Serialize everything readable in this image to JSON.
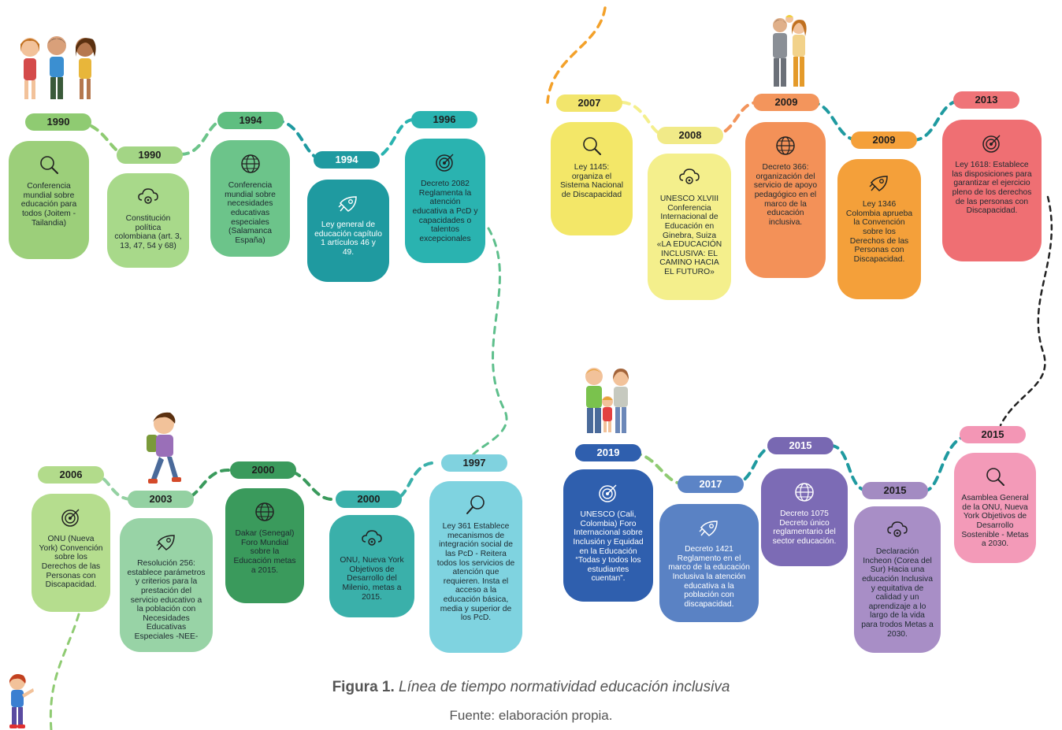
{
  "figure": {
    "label": "Figura 1.",
    "title": "Línea de tiempo normatividad educación inclusiva",
    "source": "Fuente: elaboración propia."
  },
  "nodes": [
    {
      "id": "n1990a",
      "year": "1990",
      "icon": "search-icon",
      "text": "Conferencia mundial sobre educación para todos (Joitem - Tailandia)",
      "card_color": "#9ccf7a",
      "pill_color": "#8fcb72",
      "text_color": "#1e2a30"
    },
    {
      "id": "n1990b",
      "year": "1990",
      "icon": "cloud-gear-icon",
      "text": "Constitución política colombiana (art. 3, 13, 47, 54 y 68)",
      "card_color": "#a8d98a",
      "pill_color": "#a3d585",
      "text_color": "#1e2a30"
    },
    {
      "id": "n1994a",
      "year": "1994",
      "icon": "globe-icon",
      "text": "Conferencia mundial sobre necesidades educativas especiales (Salamanca España)",
      "card_color": "#6cc48a",
      "pill_color": "#5fbe80",
      "text_color": "#1e2a30"
    },
    {
      "id": "n1994b",
      "year": "1994",
      "icon": "rocket-icon",
      "text": "Ley general de educación capítulo 1 artículos 46 y 49.",
      "card_color": "#1f9aa0",
      "pill_color": "#1f9aa0",
      "text_color": "#ffffff"
    },
    {
      "id": "n1996",
      "year": "1996",
      "icon": "target-icon",
      "text": "Decreto 2082 Reglamenta la atención educativa a PcD y capacidades o talentos excepcionales",
      "card_color": "#2ab3b0",
      "pill_color": "#2ab3b0",
      "text_color": "#1e2a30"
    },
    {
      "id": "n2007",
      "year": "2007",
      "icon": "search-icon",
      "text": "Ley 1145: organiza el Sistema Nacional de Discapacidad",
      "card_color": "#f3e768",
      "pill_color": "#f2e56c",
      "text_color": "#1e2a30"
    },
    {
      "id": "n2008",
      "year": "2008",
      "icon": "cloud-gear-icon",
      "text": "UNESCO XLVIII Conferencia Internacional de Educación en Ginebra, Suiza «LA EDUCACIÓN INCLUSIVA: EL CAMINO HACIA EL FUTURO»",
      "card_color": "#f4ef8c",
      "pill_color": "#f1ea88",
      "text_color": "#1e2a30"
    },
    {
      "id": "n2009a",
      "year": "2009",
      "icon": "globe-icon",
      "text": "Decreto 366: organización del servicio de apoyo pedagógico en el marco de la educación inclusiva.",
      "card_color": "#f39158",
      "pill_color": "#f3955c",
      "text_color": "#1e2a30"
    },
    {
      "id": "n2009b",
      "year": "2009",
      "icon": "rocket-icon",
      "text": "Ley 1346 Colombia aprueba la Convención sobre los Derechos de las Personas con Discapacidad.",
      "card_color": "#f4a03a",
      "pill_color": "#f4a03a",
      "text_color": "#1e2a30"
    },
    {
      "id": "n2013",
      "year": "2013",
      "icon": "target-icon",
      "text": "Ley 1618: Establece las disposiciones para garantizar el ejercicio pleno de los derechos de las personas con Discapacidad.",
      "card_color": "#ef6f73",
      "pill_color": "#ef7478",
      "text_color": "#1e2a30"
    },
    {
      "id": "n2015a",
      "year": "2015",
      "icon": "search-icon",
      "text": "Asamblea General de la ONU, Nueva York Objetivos de Desarrollo Sostenible - Metas a 2030.",
      "card_color": "#f39ab8",
      "pill_color": "#f396b5",
      "text_color": "#1e2a30"
    },
    {
      "id": "n2015b",
      "year": "2015",
      "icon": "cloud-gear-icon",
      "text": "Declaración Incheon (Corea del Sur) Hacia una educación Inclusiva y equitativa de calidad y un aprendizaje a lo largo de la vida para trodos Metas a 2030.",
      "card_color": "#a88ec6",
      "pill_color": "#a38bc2",
      "text_color": "#1e2a30"
    },
    {
      "id": "n2015c",
      "year": "2015",
      "icon": "globe-icon",
      "text": "Decreto 1075 Decreto único reglamentario del sector educación.",
      "card_color": "#7c6bb5",
      "pill_color": "#7868b2",
      "text_color": "#ffffff"
    },
    {
      "id": "n2017",
      "year": "2017",
      "icon": "rocket-icon",
      "text": "Decreto 1421 Reglamento en el marco de la educación Inclusiva la atención educativa a la población con discapacidad.",
      "card_color": "#5a82c4",
      "pill_color": "#5c84c6",
      "text_color": "#ffffff"
    },
    {
      "id": "n2019",
      "year": "2019",
      "icon": "target-icon",
      "text": "UNESCO (Cali, Colombia) Foro Internacional sobre Inclusión y Equidad en la Educación “Todas y todos los estudiantes cuentan”.",
      "card_color": "#2f5fae",
      "pill_color": "#2f5fae",
      "text_color": "#ffffff"
    },
    {
      "id": "n2006",
      "year": "2006",
      "icon": "target-icon",
      "text": "ONU (Nueva York) Convención sobre los Derechos de las Personas con Discapacidad.",
      "card_color": "#b5dd8e",
      "pill_color": "#b2db8b",
      "text_color": "#1e2a30"
    },
    {
      "id": "n2003",
      "year": "2003",
      "icon": "rocket-icon",
      "text": "Resolución 256: establece parámetros y criterios para la prestación del servicio educativo a la población con Necesidades Educativas Especiales -NEE-",
      "card_color": "#98d3a6",
      "pill_color": "#94d1a2",
      "text_color": "#1e2a30"
    },
    {
      "id": "n2000a",
      "year": "2000",
      "icon": "globe-icon",
      "text": "Dakar (Senegal) Foro Mundial sobre la Educación metas a 2015.",
      "card_color": "#3a9a5c",
      "pill_color": "#3a9a5c",
      "text_color": "#1e2a30"
    },
    {
      "id": "n2000b",
      "year": "2000",
      "icon": "cloud-gear-icon",
      "text": "ONU, Nueva York Objetivos de Desarrollo del Milenio, metas a 2015.",
      "card_color": "#3ab0aa",
      "pill_color": "#3ab0aa",
      "text_color": "#1e2a30"
    },
    {
      "id": "n1997",
      "year": "1997",
      "icon": "search-icon",
      "text": "Ley 361 Establece mecanismos de integración social de las PcD - Reitera todos los servicios de atención que requieren. Insta el acceso a la educación básica, media y superior de los PcD.",
      "card_color": "#7fd3e0",
      "pill_color": "#80d2df",
      "text_color": "#1e2a30"
    }
  ]
}
